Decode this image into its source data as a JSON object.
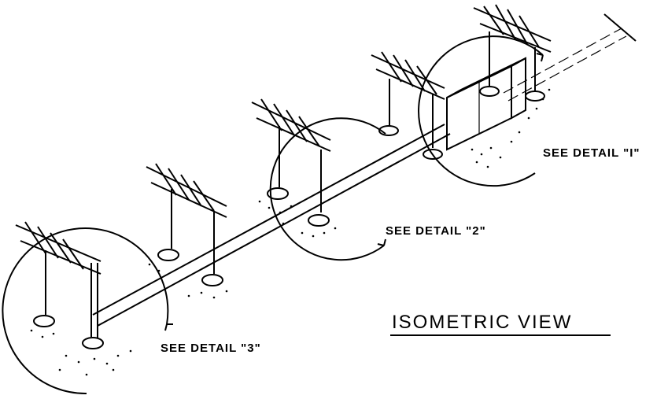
{
  "labels": {
    "detail_1": "SEE DETAIL \"I\"",
    "detail_2": "SEE DETAIL \"2\"",
    "detail_3": "SEE DETAIL \"3\"",
    "view_title": "ISOMETRIC VIEW"
  },
  "colors": {
    "ink": "#000000",
    "paper": "#ffffff"
  }
}
